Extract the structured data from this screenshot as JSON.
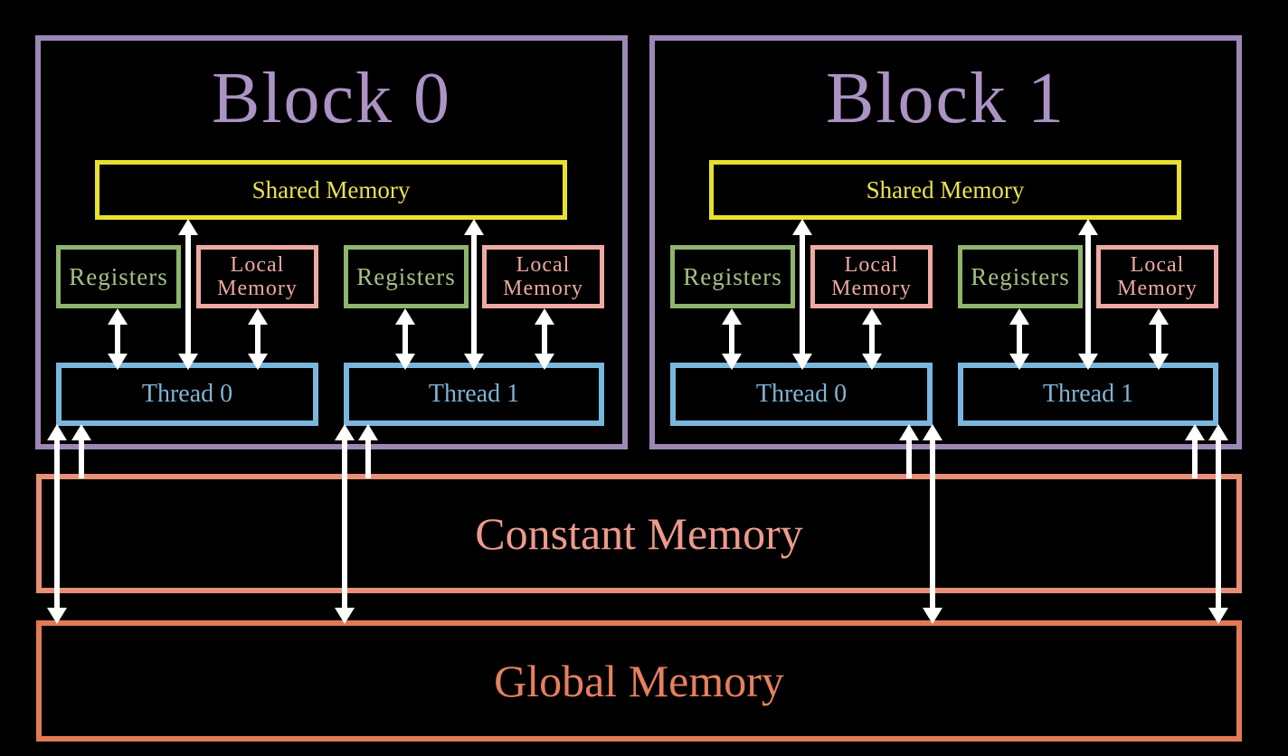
{
  "blocks": [
    {
      "title": "Block 0",
      "shared_memory_label": "Shared Memory",
      "threads": [
        {
          "label": "Thread 0",
          "registers_label": "Registers",
          "local_memory_label": "Local Memory"
        },
        {
          "label": "Thread 1",
          "registers_label": "Registers",
          "local_memory_label": "Local Memory"
        }
      ]
    },
    {
      "title": "Block 1",
      "shared_memory_label": "Shared Memory",
      "threads": [
        {
          "label": "Thread 0",
          "registers_label": "Registers",
          "local_memory_label": "Local Memory"
        },
        {
          "label": "Thread 1",
          "registers_label": "Registers",
          "local_memory_label": "Local Memory"
        }
      ]
    }
  ],
  "constant_memory_label": "Constant Memory",
  "global_memory_label": "Global Memory",
  "connections": [
    {
      "from": "Registers",
      "to": "Thread",
      "arrow": "double-headed",
      "scope": "each thread in each block"
    },
    {
      "from": "Local Memory",
      "to": "Thread",
      "arrow": "double-headed",
      "scope": "each thread in each block"
    },
    {
      "from": "Shared Memory",
      "to": "Thread",
      "arrow": "double-headed",
      "scope": "each thread in each block"
    },
    {
      "from": "Constant Memory",
      "to": "Thread",
      "arrow": "single-headed-up",
      "scope": "each thread"
    },
    {
      "from": "Global Memory",
      "to": "Thread",
      "arrow": "double-headed",
      "scope": "each thread"
    }
  ],
  "colors": {
    "background": "#000000",
    "block_border": "#9c87b5",
    "block_title": "#ab93c4",
    "shared_border": "#e8e02e",
    "shared_text": "#e9e44c",
    "registers_border": "#8fb46c",
    "registers_text": "#a2c282",
    "local_border": "#edaaa2",
    "local_text": "#eba9a1",
    "thread_border": "#7ab7dc",
    "thread_text": "#7fb4d4",
    "constant_border": "#e79078",
    "constant_text": "#ed9a8d",
    "global_border": "#e27a55",
    "global_text": "#e5805f",
    "arrow": "#ffffff"
  }
}
